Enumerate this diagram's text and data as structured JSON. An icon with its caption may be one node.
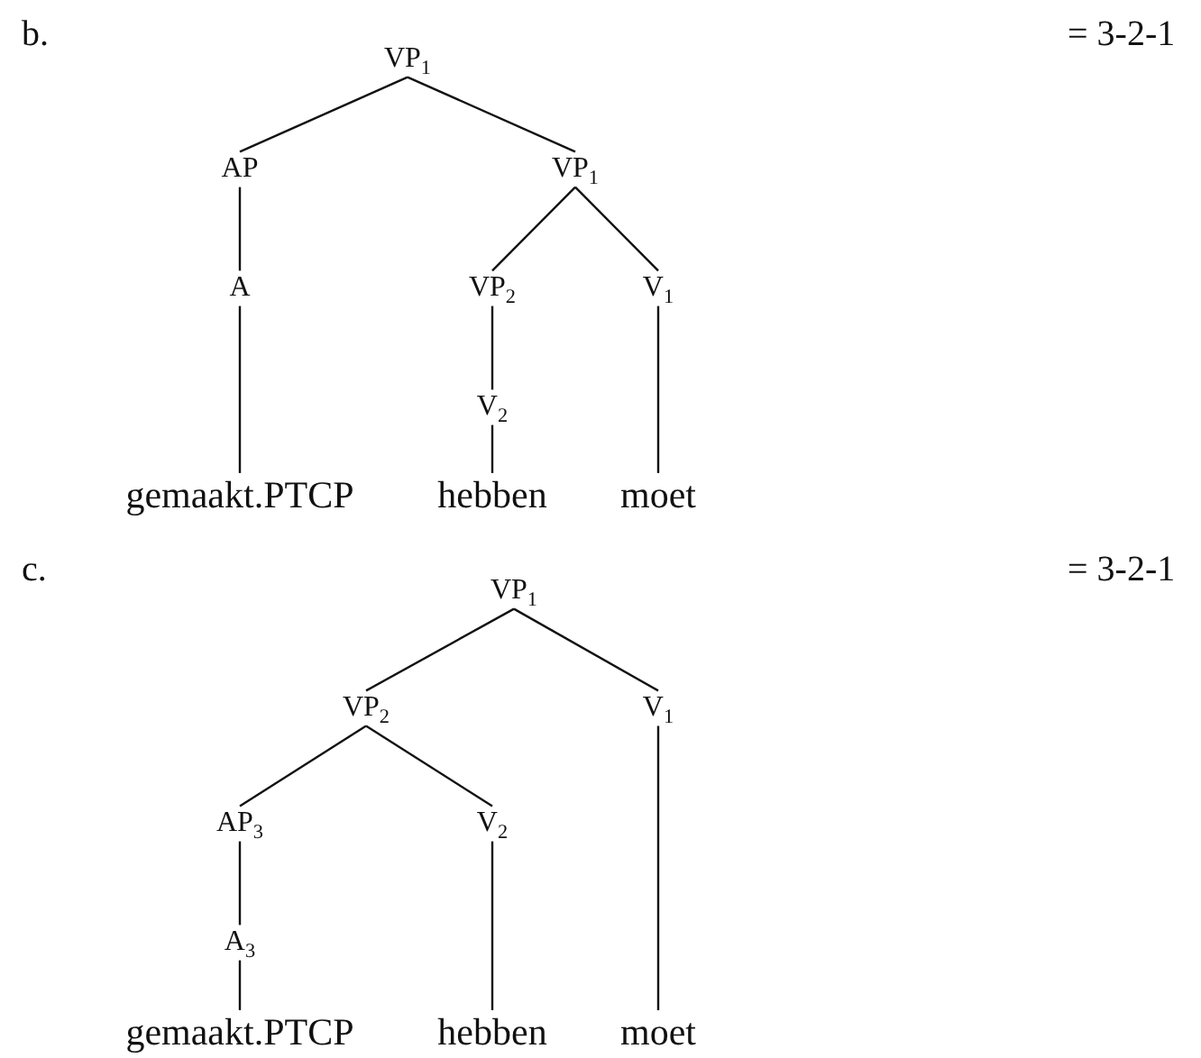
{
  "diagram": {
    "nodes": [
      {
        "text": [
          "VP$_{1}$"
        ]
      },
      {
        "text": [
          "AP"
        ]
      },
      {
        "text": [
          "VP$_{1}$"
        ]
      },
      {
        "text": [
          "A"
        ]
      },
      {
        "text": [
          "VP$_{2}$"
        ]
      },
      {
        "text": [
          "V$_{1}$"
        ]
      },
      {
        "text": [
          "V$_{2}$"
        ]
      },
      {
        "text": [
          "gemaakt.PTCP"
        ]
      },
      {
        "text": [
          "hebben"
        ]
      },
      {
        "text": [
          "moet"
        ]
      },
      {
        "text": [
          "VP$_{1}$"
        ]
      },
      {
        "text": [
          "VP$_{2}$"
        ]
      },
      {
        "text": [
          "V$_{1}$"
        ]
      },
      {
        "text": [
          "AP$_{3}$"
        ]
      },
      {
        "text": [
          "V$_{2}$"
        ]
      },
      {
        "text": [
          "A$_{3}$"
        ]
      },
      {
        "text": [
          "gemaakt.PTCP"
        ]
      },
      {
        "text": [
          "hebben"
        ]
      },
      {
        "text": [
          "moet"
        ]
      }
    ],
    "edges": [
      {
        "from": 0,
        "to": 1,
        "arrow": "none"
      },
      {
        "from": 0,
        "to": 2,
        "arrow": "none"
      },
      {
        "from": 1,
        "to": 3,
        "arrow": "none"
      },
      {
        "from": 2,
        "to": 4,
        "arrow": "none"
      },
      {
        "from": 2,
        "to": 5,
        "arrow": "none"
      },
      {
        "from": 4,
        "to": 6,
        "arrow": "none"
      },
      {
        "from": 3,
        "to": 7,
        "arrow": "none"
      },
      {
        "from": 6,
        "to": 8,
        "arrow": "none"
      },
      {
        "from": 5,
        "to": 9,
        "arrow": "none"
      },
      {
        "from": 10,
        "to": 11,
        "arrow": "none"
      },
      {
        "from": 10,
        "to": 12,
        "arrow": "none"
      },
      {
        "from": 11,
        "to": 13,
        "arrow": "none"
      },
      {
        "from": 11,
        "to": 14,
        "arrow": "none"
      },
      {
        "from": 13,
        "to": 15,
        "arrow": "none"
      },
      {
        "from": 12,
        "to": 18,
        "arrow": "none"
      },
      {
        "from": 15,
        "to": 16,
        "arrow": "none"
      },
      {
        "from": 14,
        "to": 17,
        "arrow": "none"
      }
    ],
    "labels": [
      "b.",
      "= 3-2-1",
      "c.",
      "= 3-2-1"
    ]
  }
}
